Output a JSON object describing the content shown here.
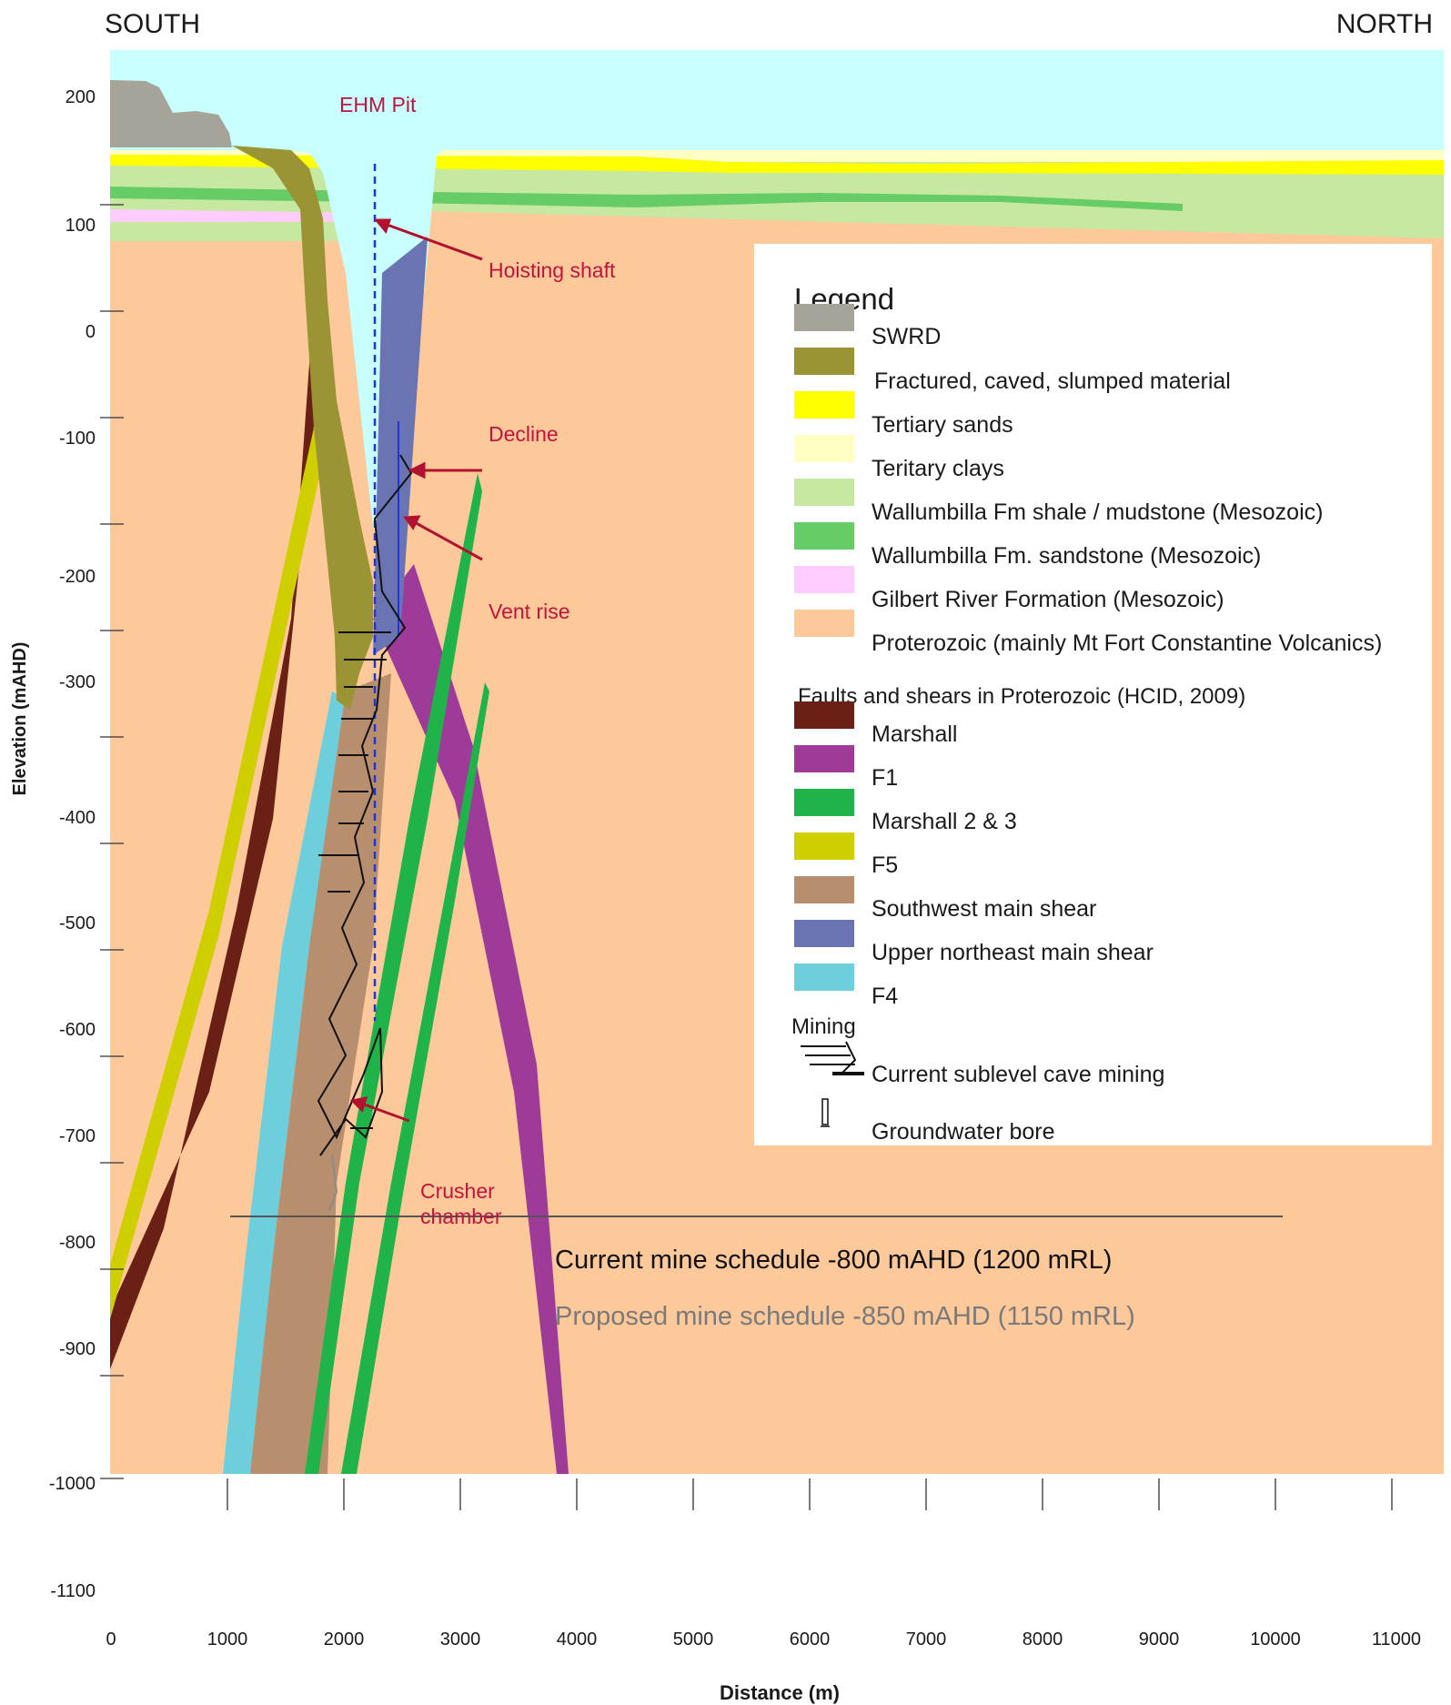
{
  "header": {
    "left": "SOUTH",
    "right": "NORTH"
  },
  "axes": {
    "y_label": "Elevation (mAHD)",
    "x_label": "Distance (m)",
    "y_ticks": [
      "200",
      "100",
      "0",
      "-100",
      "-200",
      "-300",
      "-400",
      "-500",
      "-600",
      "-700",
      "-800",
      "-900",
      "-1000",
      "-1100"
    ],
    "x_ticks": [
      "0",
      "1000",
      "2000",
      "3000",
      "4000",
      "5000",
      "6000",
      "7000",
      "8000",
      "9000",
      "10000",
      "11000"
    ],
    "y_range": [
      -1100,
      200
    ],
    "x_range": [
      0,
      11500
    ]
  },
  "annotations": {
    "pit": "EHM Pit",
    "hoisting_shaft": "Hoisting shaft",
    "decline": "Decline",
    "vent_rise": "Vent rise",
    "crusher_1": "Crusher",
    "crusher_2": "chamber",
    "current_schedule": "Current mine schedule -800 mAHD (1200 mRL)",
    "proposed_schedule": "Proposed mine schedule -850 mAHD (1150 mRL)"
  },
  "legend": {
    "title": "Legend",
    "units": [
      {
        "label": "SWRD",
        "color": "#a6a499"
      },
      {
        "label": "Fractured, caved, slumped material",
        "color": "#9b9434"
      },
      {
        "label": "Tertiary sands",
        "color": "#ffff00"
      },
      {
        "label": "Teritary clays",
        "color": "#ffffc4"
      },
      {
        "label": "Wallumbilla Fm shale / mudstone (Mesozoic)",
        "color": "#c6e8a0"
      },
      {
        "label": "Wallumbilla Fm. sandstone (Mesozoic)",
        "color": "#66cc66"
      },
      {
        "label": "Gilbert River Formation (Mesozoic)",
        "color": "#ffccff"
      },
      {
        "label": "Proterozoic (mainly Mt Fort Constantine Volcanics)",
        "color": "#fdc99b"
      }
    ],
    "faults_title": "Faults and shears in Proterozoic (HCID, 2009)",
    "faults": [
      {
        "label": "Marshall",
        "color": "#6b2015"
      },
      {
        "label": "F1",
        "color": "#9e3b98"
      },
      {
        "label": "Marshall 2 & 3",
        "color": "#1fb34a"
      },
      {
        "label": "F5",
        "color": "#cfcf00"
      },
      {
        "label": "Southwest main shear",
        "color": "#b88f6e"
      },
      {
        "label": "Upper northeast main shear",
        "color": "#6a74b2"
      },
      {
        "label": "F4",
        "color": "#6ecfdc"
      }
    ],
    "mining_title": "Mining",
    "mining": [
      {
        "label": "Current sublevel cave mining",
        "icon": "sublevel-cave-icon"
      },
      {
        "label": "Groundwater bore",
        "icon": "bore-icon"
      }
    ]
  }
}
